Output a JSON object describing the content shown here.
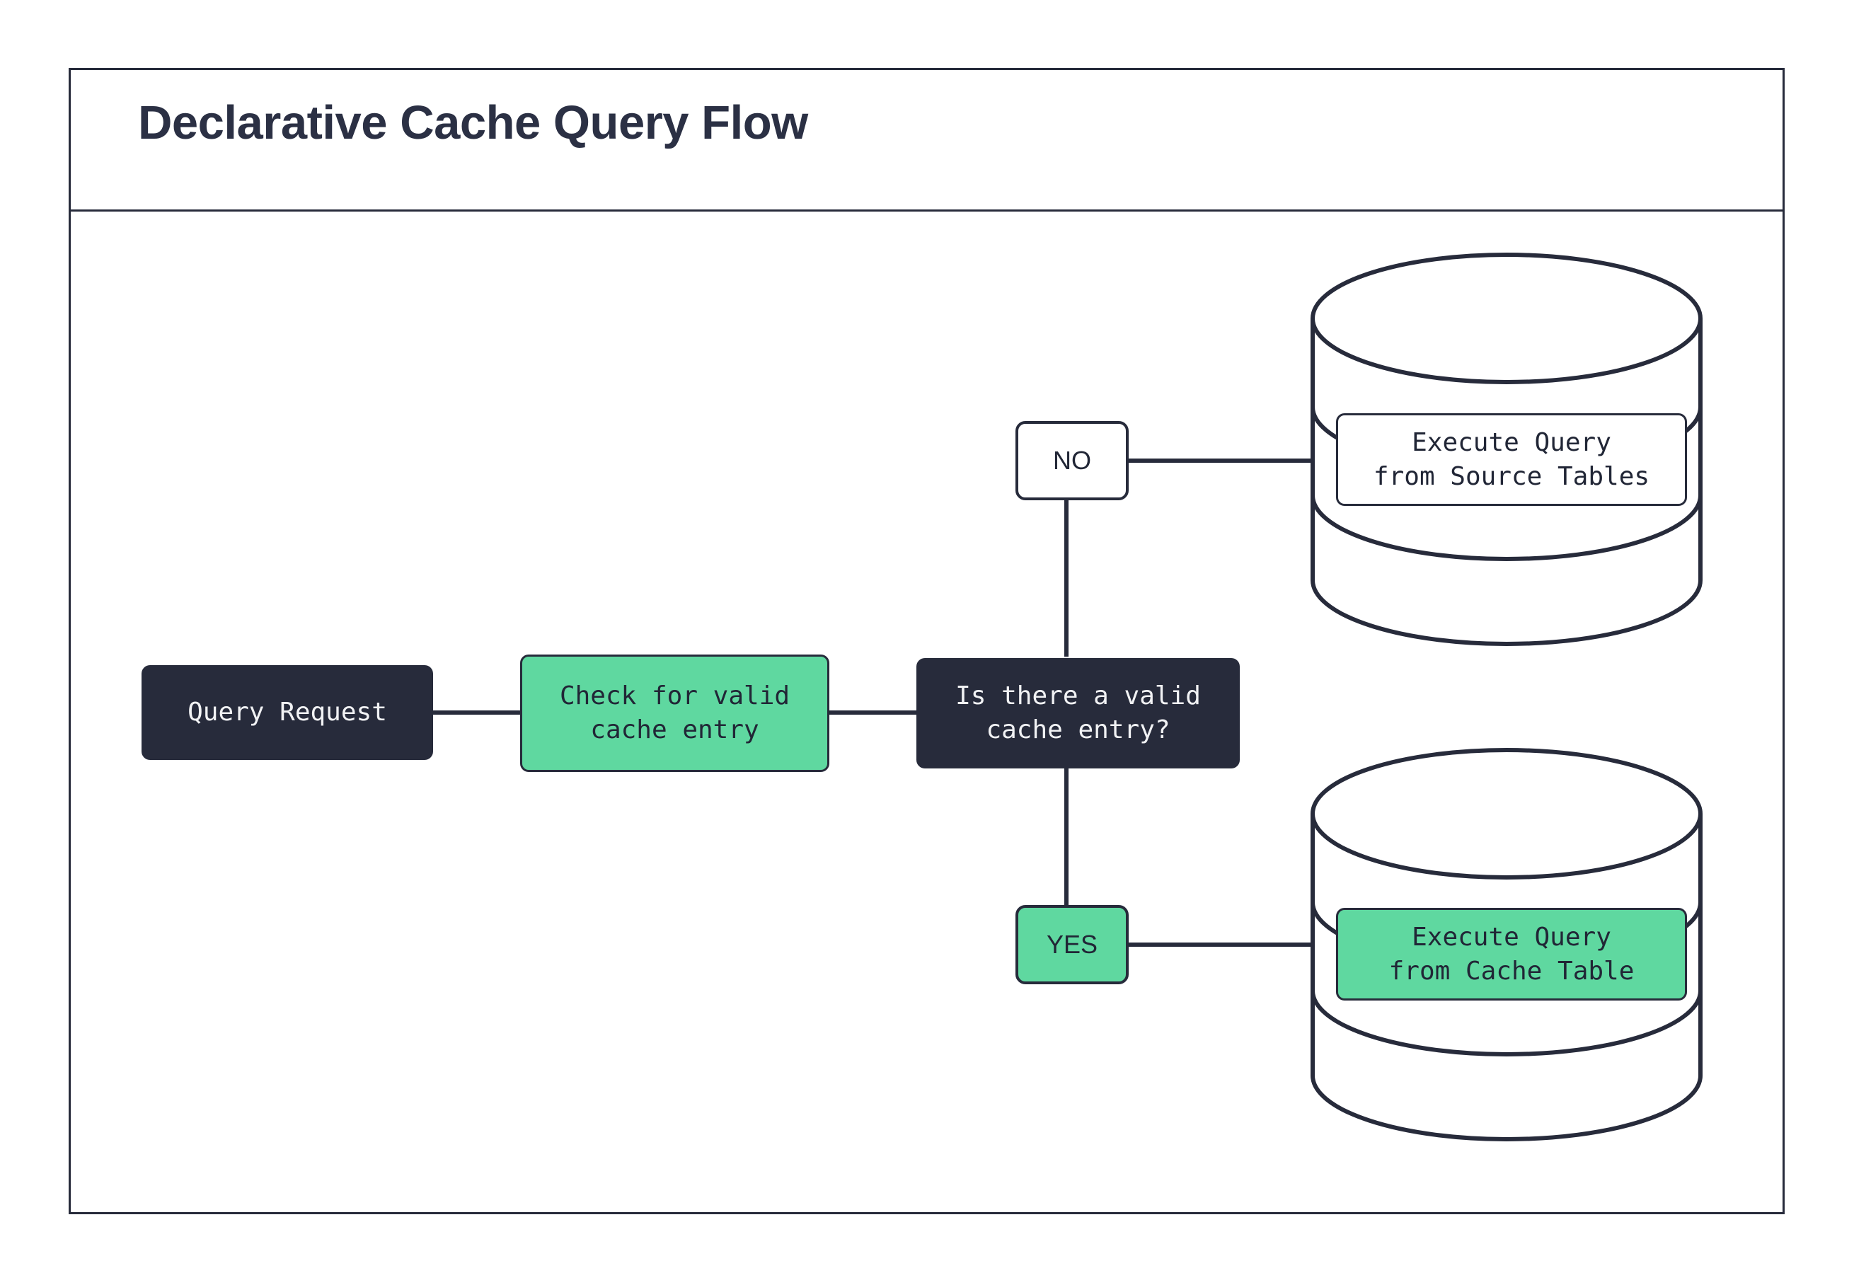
{
  "diagram": {
    "title": "Declarative Cache Query Flow",
    "accent_green": "#5FD8A0",
    "ink_dark": "#272B3B",
    "background": "#FFFFFF"
  },
  "nodes": {
    "query_request": "Query Request",
    "check_cache": "Check for valid\ncache entry",
    "decision": "Is there a valid\ncache entry?",
    "branch_no": "NO",
    "branch_yes": "YES",
    "source_tables": "Execute Query\nfrom Source Tables",
    "cache_table": "Execute Query\nfrom Cache Table"
  },
  "shapes": {
    "database_top": "database-cylinder",
    "database_bottom": "database-cylinder"
  },
  "edges": [
    {
      "from": "query_request",
      "to": "check_cache",
      "label": ""
    },
    {
      "from": "check_cache",
      "to": "decision",
      "label": ""
    },
    {
      "from": "decision",
      "to": "branch_no",
      "label": "NO"
    },
    {
      "from": "decision",
      "to": "branch_yes",
      "label": "YES"
    },
    {
      "from": "branch_no",
      "to": "source_tables",
      "label": ""
    },
    {
      "from": "branch_yes",
      "to": "cache_table",
      "label": ""
    }
  ]
}
